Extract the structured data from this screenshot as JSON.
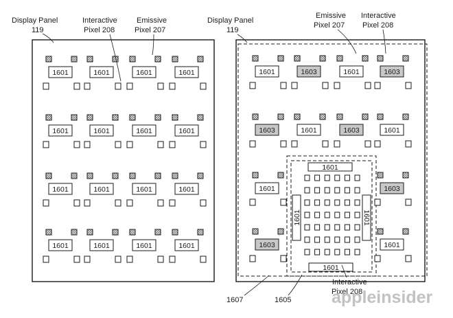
{
  "labels": {
    "left_panel": [
      "Display Panel",
      "119"
    ],
    "left_interactive": [
      "Interactive",
      "Pixel 208"
    ],
    "left_emissive": [
      "Emissive",
      "Pixel 207"
    ],
    "right_panel": [
      "Display Panel",
      "119"
    ],
    "right_emissive": [
      "Emissive",
      "Pixel 207"
    ],
    "right_interactive": [
      "Interactive",
      "Pixel 208"
    ],
    "bottom_interactive": [
      "Interactive",
      "Pixel 208"
    ],
    "ref_1607": "1607",
    "ref_1605": "1605"
  },
  "box_label_normal": "1601",
  "box_label_shaded": "1603",
  "watermark": "appleinsider",
  "colors": {
    "ink": "#1a1a1a",
    "shaded_fill": "#c8c8c8",
    "watermark": "#c2c2c2"
  },
  "left_grid": [
    [
      "1601",
      "1601",
      "1601",
      "1601"
    ],
    [
      "1601",
      "1601",
      "1601",
      "1601"
    ],
    [
      "1601",
      "1601",
      "1601",
      "1601"
    ],
    [
      "1601",
      "1601",
      "1601",
      "1601"
    ]
  ],
  "right_grid": [
    [
      "1601",
      "1603",
      "1601",
      "1603"
    ],
    [
      "1603",
      "1601",
      "1603",
      "1601"
    ],
    [
      "1601",
      null,
      null,
      "1603"
    ],
    [
      "1603",
      null,
      null,
      "1601"
    ]
  ],
  "inset": {
    "top": "1601",
    "bottom": "1601",
    "left": "1601",
    "right": "1601",
    "rows": 7,
    "cols": 6
  }
}
